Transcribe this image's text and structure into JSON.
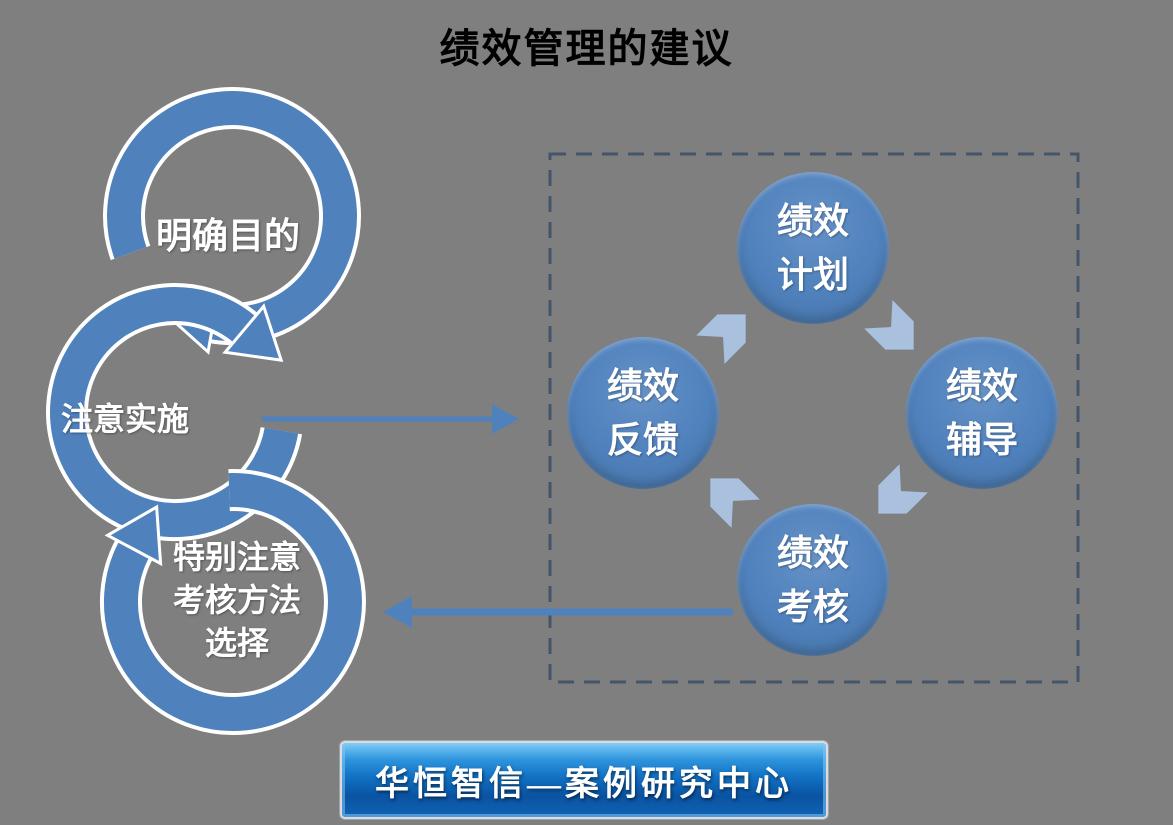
{
  "title": "绩效管理的建议",
  "left_flow": {
    "steps": [
      {
        "label": "明确目的"
      },
      {
        "label": "注意实施"
      },
      {
        "label": "特别注意\n考核方法\n选择"
      }
    ]
  },
  "cycle": {
    "nodes": [
      {
        "label": "绩效\n计划"
      },
      {
        "label": "绩效\n辅导"
      },
      {
        "label": "绩效\n考核"
      },
      {
        "label": "绩效\n反馈"
      }
    ]
  },
  "banner": {
    "text": "华恒智信—案例研究中心"
  },
  "colors": {
    "background": "#7f7f7f",
    "primary_blue": "#4f81bd",
    "arrow_light": "#a9c0de",
    "dashed_border": "#44546a",
    "banner_light": "#7ecdf5",
    "banner_mid": "#1272c4",
    "banner_dark": "#0a53a2"
  }
}
